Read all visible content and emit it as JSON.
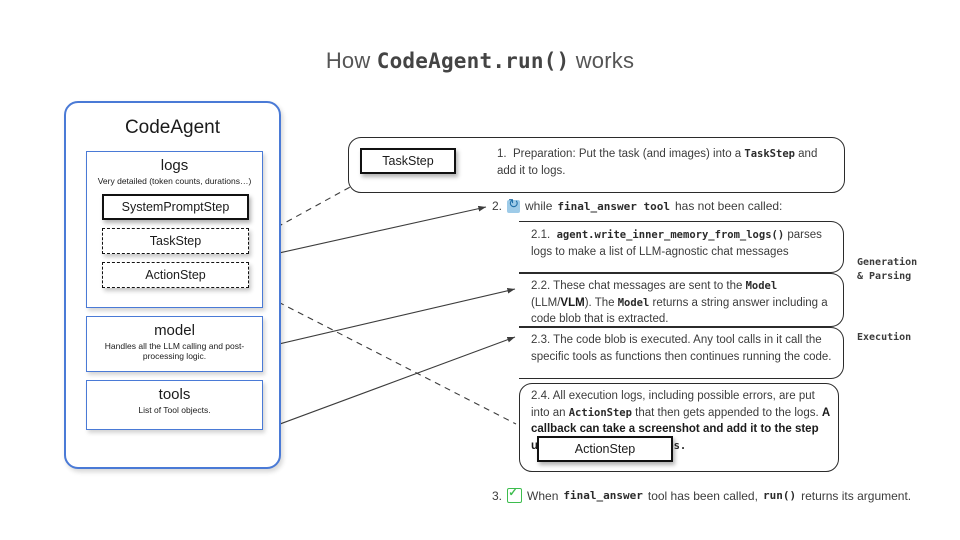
{
  "title": {
    "prefix": "How ",
    "code": "CodeAgent.run()",
    "suffix": " works"
  },
  "agent_panel": {
    "title": "CodeAgent",
    "logs": {
      "title": "logs",
      "subtitle": "Very detailed (token counts, durations…)",
      "steps": [
        {
          "label": "SystemPromptStep",
          "style": "solid"
        },
        {
          "label": "TaskStep",
          "style": "dashed"
        },
        {
          "label": "ActionStep",
          "style": "dashed"
        }
      ]
    },
    "model": {
      "title": "model",
      "subtitle": "Handles all the LLM calling and post-processing logic."
    },
    "tools": {
      "title": "tools",
      "subtitle": "List of Tool objects."
    }
  },
  "steps": {
    "prep": {
      "chip_label": "TaskStep",
      "number": "1.",
      "text_a": "Preparation: Put the task (and images) into a ",
      "code_a": "TaskStep",
      "text_b": " and add it to logs."
    },
    "loop_header": {
      "number": "2.",
      "icon": "cycle-emoji",
      "text_a": "while ",
      "code_a": "final_answer tool",
      "text_b": " has not been called:"
    },
    "s21": {
      "number": "2.1.",
      "code_a": "agent.write_inner_memory_from_logs()",
      "text_a": " parses logs to make a list of LLM-agnostic chat messages"
    },
    "s22": {
      "number": "2.2.",
      "text_a": " These chat messages are sent to the ",
      "code_a": "Model",
      "text_b": " (LLM/",
      "bold_a": "VLM",
      "text_c": "). The ",
      "code_b": "Model",
      "text_d": " returns a string answer including a code blob that is extracted."
    },
    "s23": {
      "number": "2.3.",
      "text_a": " The code blob is executed. Any tool calls in it call the specific tools as functions then continues running the code."
    },
    "s24": {
      "number": "2.4.",
      "text_a": " All execution logs, including possible errors, are put into an ",
      "code_a": "ActionStep",
      "text_b": " that then gets appended to the logs. ",
      "bold_a": "A callback can  take a screenshot and add it to the step under ",
      "code_b": "observation_images.",
      "chip_label": "ActionStep"
    },
    "final": {
      "number": "3.",
      "icon": "check-emoji",
      "text_a": "When ",
      "code_a": "final_answer",
      "text_b": " tool has been called, ",
      "code_b": "run()",
      "text_c": " returns its argument."
    }
  },
  "brackets": {
    "generation": "Generation\n& Parsing",
    "execution": "Execution"
  },
  "colors": {
    "blue_border": "#4a7ad6",
    "dark_line": "#2b2b2b",
    "text": "#3c3c3c",
    "check_green": "#3dbd4e",
    "cycle_blue": "#9ecbe8"
  }
}
